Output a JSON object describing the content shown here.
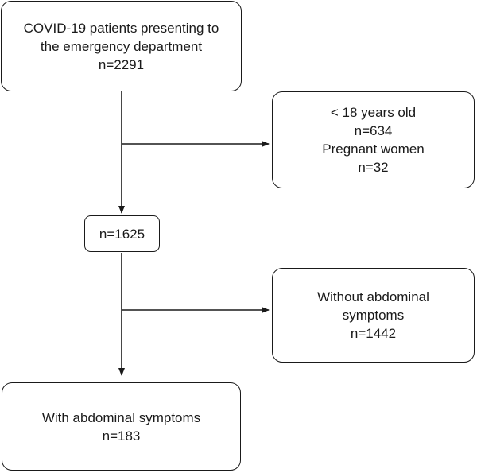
{
  "nodes": {
    "start": {
      "line1": "COVID-19 patients presenting to",
      "line2": "the emergency department",
      "count": "n=2291"
    },
    "excluded1": {
      "line1": "< 18 years old",
      "line2": "n=634",
      "line3": "Pregnant women",
      "line4": "n=32"
    },
    "mid": {
      "count": "n=1625"
    },
    "excluded2": {
      "line1": "Without abdominal",
      "line2": "symptoms",
      "count": "n=1442"
    },
    "final": {
      "line1": "With abdominal symptoms",
      "count": "n=183"
    }
  }
}
